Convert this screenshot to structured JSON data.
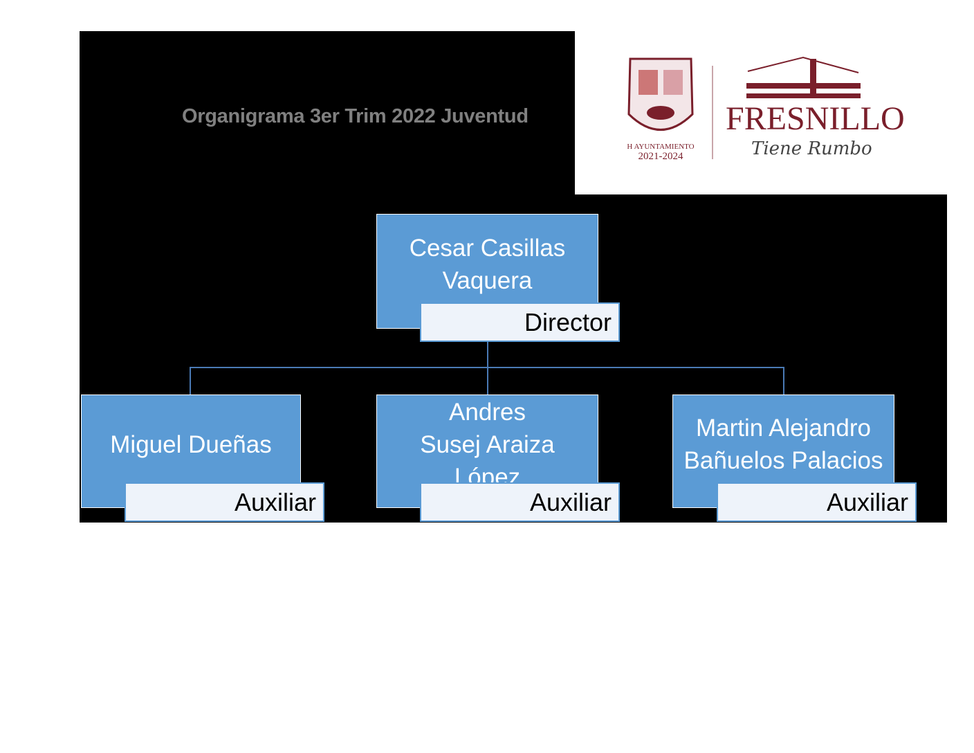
{
  "title": "Organigrama 3er Trim 2022 Juventud",
  "logo": {
    "seal_text": "H AYUNTAMIENTO",
    "years": "2021-2024",
    "brand": "FRESNILLO",
    "tagline": "Tiene Rumbo"
  },
  "nodes": [
    {
      "name": "Cesar Casillas Vaquera",
      "role": "Director"
    },
    {
      "name": "Miguel Dueñas",
      "role": "Auxiliar"
    },
    {
      "name": "Andres Susej Araiza López",
      "role": "Auxiliar"
    },
    {
      "name": "Martin Alejandro Bañuelos Palacios",
      "role": "Auxiliar"
    }
  ],
  "colors": {
    "box": "#5b9bd5",
    "label": "#eef3fa",
    "brand": "#7a1f2b"
  }
}
